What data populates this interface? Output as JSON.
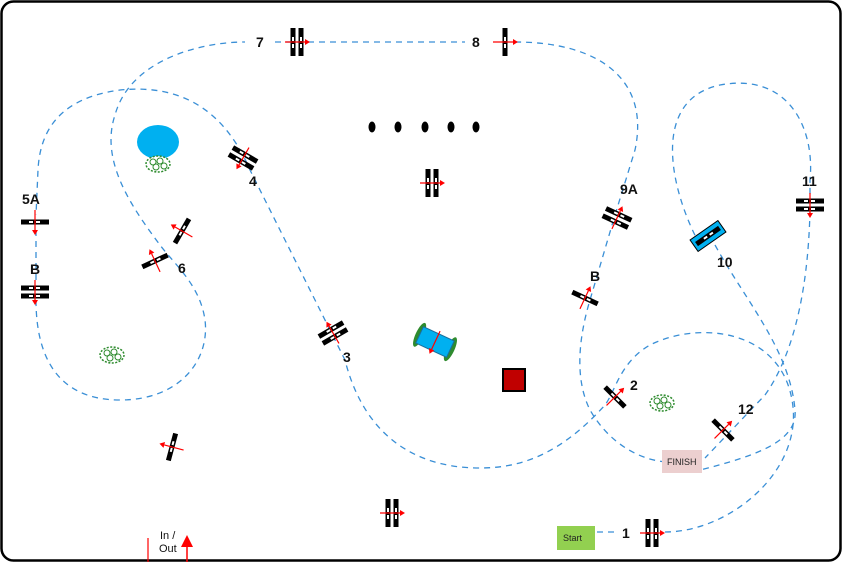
{
  "course": {
    "jump_labels": {
      "j1": "1",
      "j2": "2",
      "j3": "3",
      "j4": "4",
      "j5a": "5A",
      "j5b": "B",
      "j6": "6",
      "j7": "7",
      "j8": "8",
      "j9a": "9A",
      "j9b": "B",
      "j10": "10",
      "j11": "11",
      "j12": "12"
    },
    "start_label": "Start",
    "finish_label": "FINISH",
    "in_out_label_1": "In /",
    "in_out_label_2": "Out"
  },
  "colors": {
    "route": "#3a8fd6",
    "start_box": "#92d050",
    "finish_box": "#eccfcf",
    "water": "#00b0f0",
    "shrub": "#2e8b2e",
    "arrow": "#ff0000",
    "red_block": "#c00000"
  }
}
